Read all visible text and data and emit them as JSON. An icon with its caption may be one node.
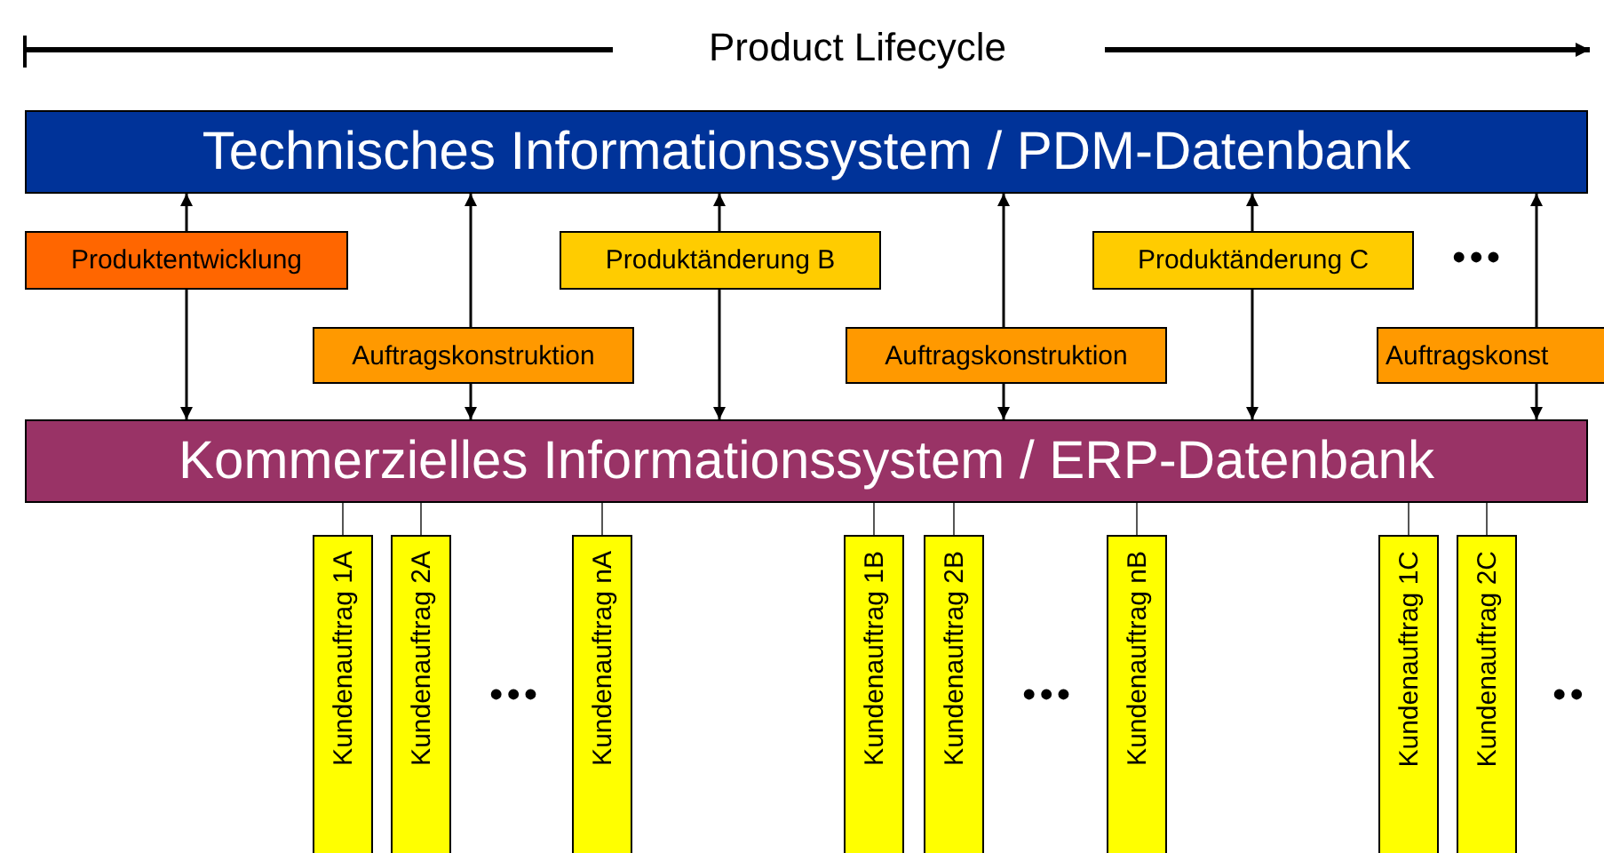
{
  "diagram": {
    "nodes": [
      {
        "text": [
          "Technisches Informationssystem / PDM-Datenbank"
        ]
      },
      {
        "text": [
          "Produktentwicklung"
        ]
      },
      {
        "text": [
          "Produktänderung B"
        ]
      },
      {
        "text": [
          "Produktänderung C"
        ]
      },
      {
        "text": [
          "Auftragskonstruktion"
        ]
      },
      {
        "text": [
          "Auftragskonstruktion"
        ]
      },
      {
        "text": [
          "Auftragskonst"
        ]
      },
      {
        "text": [
          "Kommerzielles Informationssystem / ERP-Datenbank"
        ]
      },
      {
        "text": [
          "Kundenauftrag 1A"
        ]
      },
      {
        "text": [
          "Kundenauftrag 2A"
        ]
      },
      {
        "text": [
          "Kundenauftrag nA"
        ]
      },
      {
        "text": [
          "Kundenauftrag 1B"
        ]
      },
      {
        "text": [
          "Kundenauftrag 2B"
        ]
      },
      {
        "text": [
          "Kundenauftrag nB"
        ]
      },
      {
        "text": [
          "Kundenauftrag 1C"
        ]
      },
      {
        "text": [
          "Kundenauftrag 2C"
        ]
      }
    ],
    "edges": [
      {
        "from": 1,
        "to": 0,
        "arrow": "to"
      },
      {
        "from": 1,
        "to": 7,
        "arrow": "to"
      },
      {
        "from": 4,
        "to": 0,
        "arrow": "to"
      },
      {
        "from": 4,
        "to": 7,
        "arrow": "to"
      },
      {
        "from": 2,
        "to": 0,
        "arrow": "to"
      },
      {
        "from": 2,
        "to": 7,
        "arrow": "to"
      },
      {
        "from": 5,
        "to": 0,
        "arrow": "to"
      },
      {
        "from": 5,
        "to": 7,
        "arrow": "to"
      },
      {
        "from": 3,
        "to": 0,
        "arrow": "to"
      },
      {
        "from": 3,
        "to": 7,
        "arrow": "to"
      },
      {
        "from": 6,
        "to": 0,
        "arrow": "to"
      },
      {
        "from": 6,
        "to": 7,
        "arrow": "to"
      },
      {
        "from": 7,
        "to": 8,
        "arrow": "none"
      },
      {
        "from": 7,
        "to": 9,
        "arrow": "none"
      },
      {
        "from": 7,
        "to": 10,
        "arrow": "none"
      },
      {
        "from": 7,
        "to": 11,
        "arrow": "none"
      },
      {
        "from": 7,
        "to": 12,
        "arrow": "none"
      },
      {
        "from": 7,
        "to": 13,
        "arrow": "none"
      },
      {
        "from": 7,
        "to": 14,
        "arrow": "none"
      },
      {
        "from": 7,
        "to": 15,
        "arrow": "none"
      }
    ],
    "labels": [
      "Product Lifecycle",
      "•••",
      "•••",
      "•••",
      "••"
    ]
  }
}
